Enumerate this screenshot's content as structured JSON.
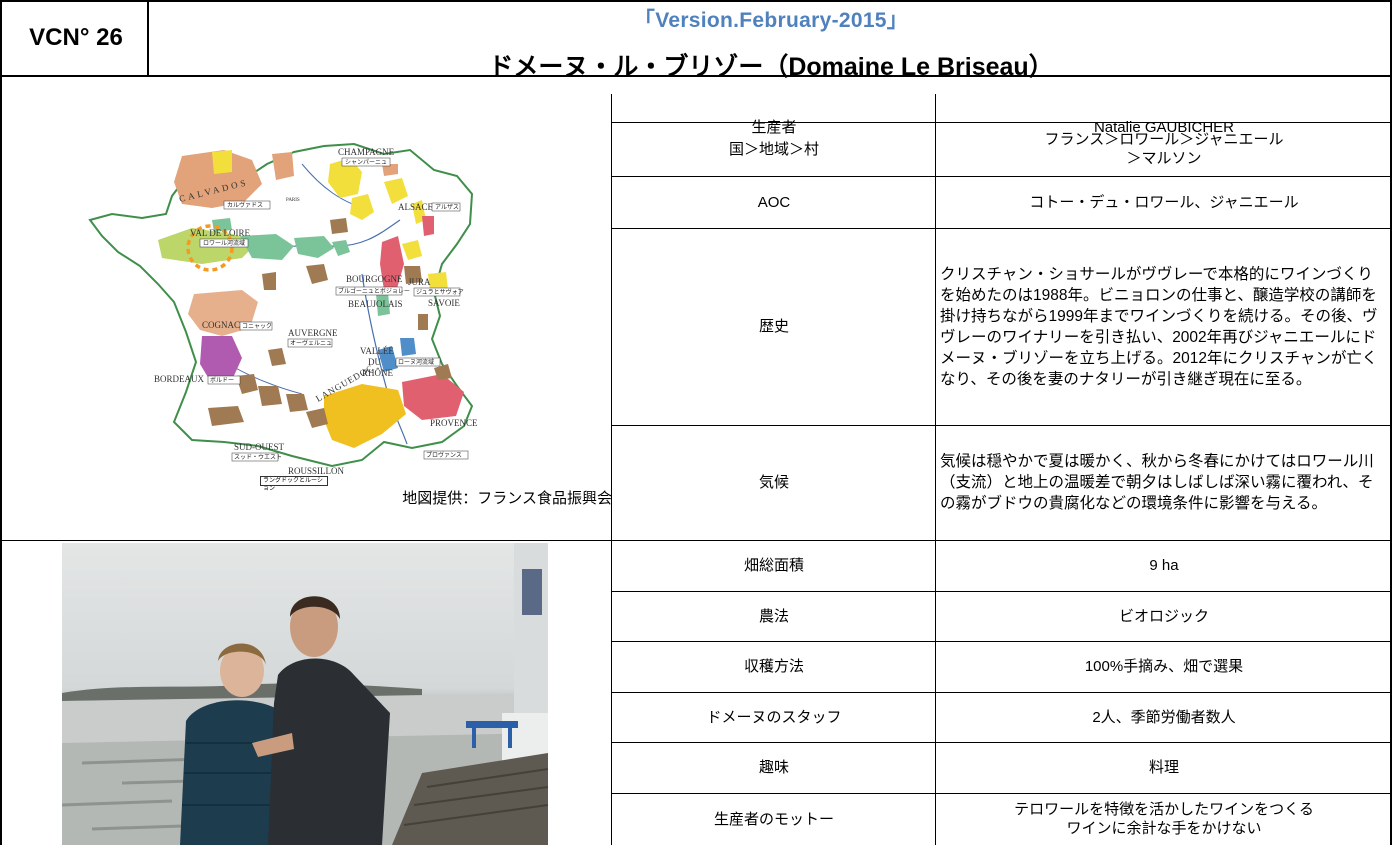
{
  "header": {
    "vcn": "VCN° 26",
    "version": "「Version.February-2015」",
    "domaine_title": "ドメーヌ・ル・ブリゾー（Domaine Le Briseau）"
  },
  "map": {
    "credit": "地図提供：フランス食品振興会",
    "regions": {
      "champagne": "CHAMPAGNE",
      "champagne_jp": "シャンパーニュ",
      "calvados": "CALVADOS",
      "calvados_jp": "カルヴァドス",
      "paris": "PARIS",
      "alsace": "ALSACE",
      "alsace_jp": "アルザス",
      "val_de_loire": "VAL DE LOIRE",
      "val_de_loire_jp": "ロワール河流域",
      "bourgogne": "BOURGOGNE",
      "bourgogne_jp": "ブルゴーニュとボジョレー",
      "jura": "JURA",
      "jura_jp": "ジュラとサヴォア",
      "savoie": "SAVOIE",
      "beaujolais": "BEAUJOLAIS",
      "cognac": "COGNAC",
      "cognac_jp": "コニャック",
      "auvergne": "AUVERGNE",
      "auvergne_jp": "オーヴェルニュ",
      "vallee1": "VALLÉE",
      "vallee2": "DU",
      "vallee3": "RHÔNE",
      "rhone_jp": "ローヌ河流域",
      "bordeaux": "BORDEAUX",
      "bordeaux_jp": "ボルドー",
      "languedoc": "LANGUEDOC",
      "provence": "PROVENCE",
      "provence_jp": "プロヴァンス",
      "sudouest": "SUD-OUEST",
      "sudouest_jp": "スッド・ウエスト",
      "roussillon": "ROUSSILLON",
      "roussillon_jp": "ラングドックとルーション"
    },
    "colors": {
      "land": "#ffffff",
      "outline": "#3f8f4a",
      "calvados": "#e2a27a",
      "champagne": "#f2df3c",
      "loire": "#7bc49a",
      "brown": "#a07a52",
      "rhone": "#4f8ec9",
      "cognac": "#e6b08c",
      "bordeaux": "#b05ab0",
      "roussillon": "#f0c020",
      "provence": "#e06070",
      "highlight": "#f39a22"
    }
  },
  "table_top": [
    {
      "label": "生産者",
      "value": "Natalie GAUBICHER"
    },
    {
      "label": "国＞地域＞村",
      "value": "フランス＞ロワール＞ジャニエール\n＞マルソン"
    },
    {
      "label": "AOC",
      "value": "コトー・デュ・ロワール、ジャニエール"
    },
    {
      "label": "歴史",
      "value": "クリスチャン・ショサールがヴヴレーで本格的にワインづくりを始めたのは1988年。ビニョロンの仕事と、醸造学校の講師を掛け持ちながら1999年までワインづくりを続ける。その後、ヴヴレーのワイナリーを引き払い、2002年再びジャニエールにドメーヌ・ブリゾーを立ち上げる。2012年にクリスチャンが亡くなり、その後を妻のナタリーが引き継ぎ現在に至る。"
    },
    {
      "label": "気候",
      "value": "気候は穏やかで夏は暖かく、秋から冬春にかけてはロワール川（支流）と地上の温暖差で朝夕はしばしば深い霧に覆われ、その霧がブドウの貴腐化などの環境条件に影響を与える。"
    }
  ],
  "table_bottom": [
    {
      "label": "畑総面積",
      "value": "9 ha"
    },
    {
      "label": "農法",
      "value": "ビオロジック"
    },
    {
      "label": "収穫方法",
      "value": "100%手摘み、畑で選果"
    },
    {
      "label": "ドメーヌのスタッフ",
      "value": "2人、季節労働者数人"
    },
    {
      "label": "趣味",
      "value": "料理"
    },
    {
      "label": "生産者のモットー",
      "value": "テロワールを特徴を活かしたワインをつくる\nワインに余計な手をかけない"
    }
  ]
}
